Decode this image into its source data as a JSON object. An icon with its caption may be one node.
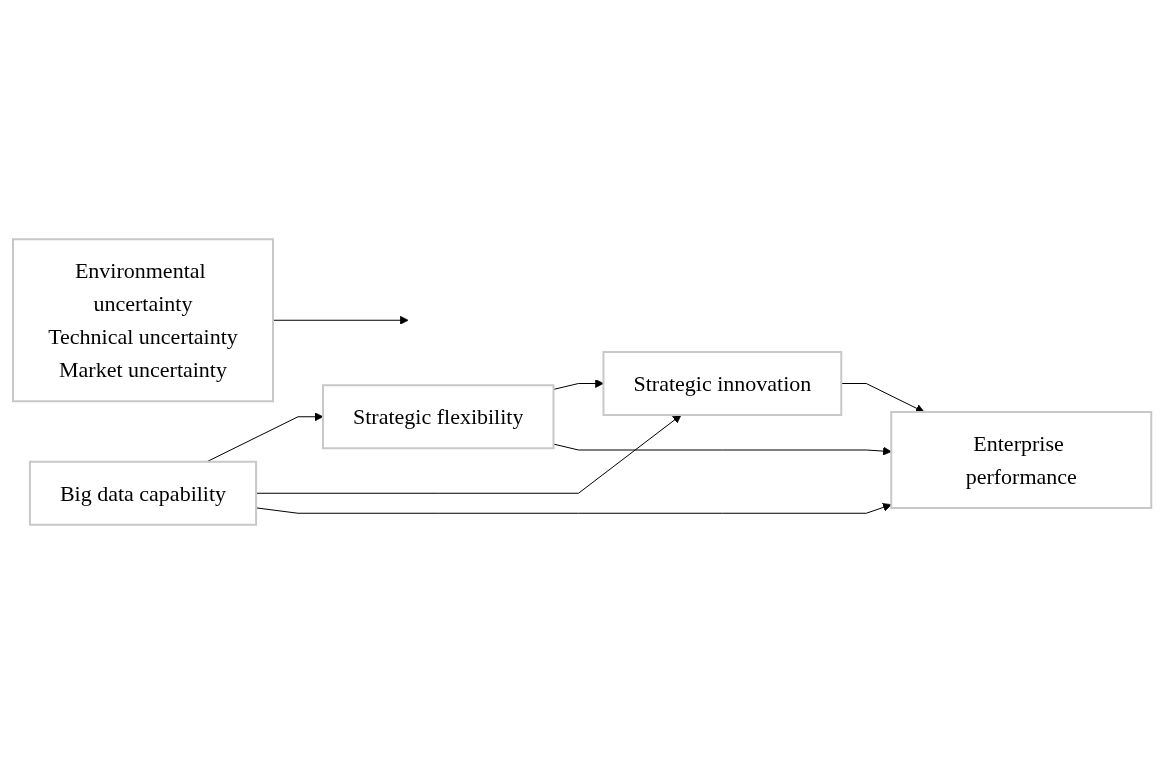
{
  "diagram": {
    "nodes": [
      {
        "text": [
          "Strategic flexibility"
        ]
      },
      {
        "text": [
          "Strategic innovation"
        ]
      },
      {
        "text": [
          "Big data capability"
        ]
      },
      {
        "text": [
          "Enterprise performance"
        ]
      },
      {
        "text": [
          "Environmental uncertainty",
          "Technical uncertainty",
          "Market uncertainty"
        ]
      }
    ],
    "edges": [
      {
        "from": 2,
        "to": 0,
        "arrow": "to"
      },
      {
        "from": 0,
        "to": 1,
        "arrow": "to"
      },
      {
        "from": 1,
        "to": 3,
        "arrow": "to"
      },
      {
        "from": 0,
        "to": 3,
        "arrow": "to"
      },
      {
        "from": 2,
        "to": 1,
        "arrow": "to"
      },
      {
        "from": 2,
        "to": 3,
        "arrow": "to"
      },
      {
        "from": 4,
        "to": null,
        "arrow": "to"
      }
    ]
  }
}
